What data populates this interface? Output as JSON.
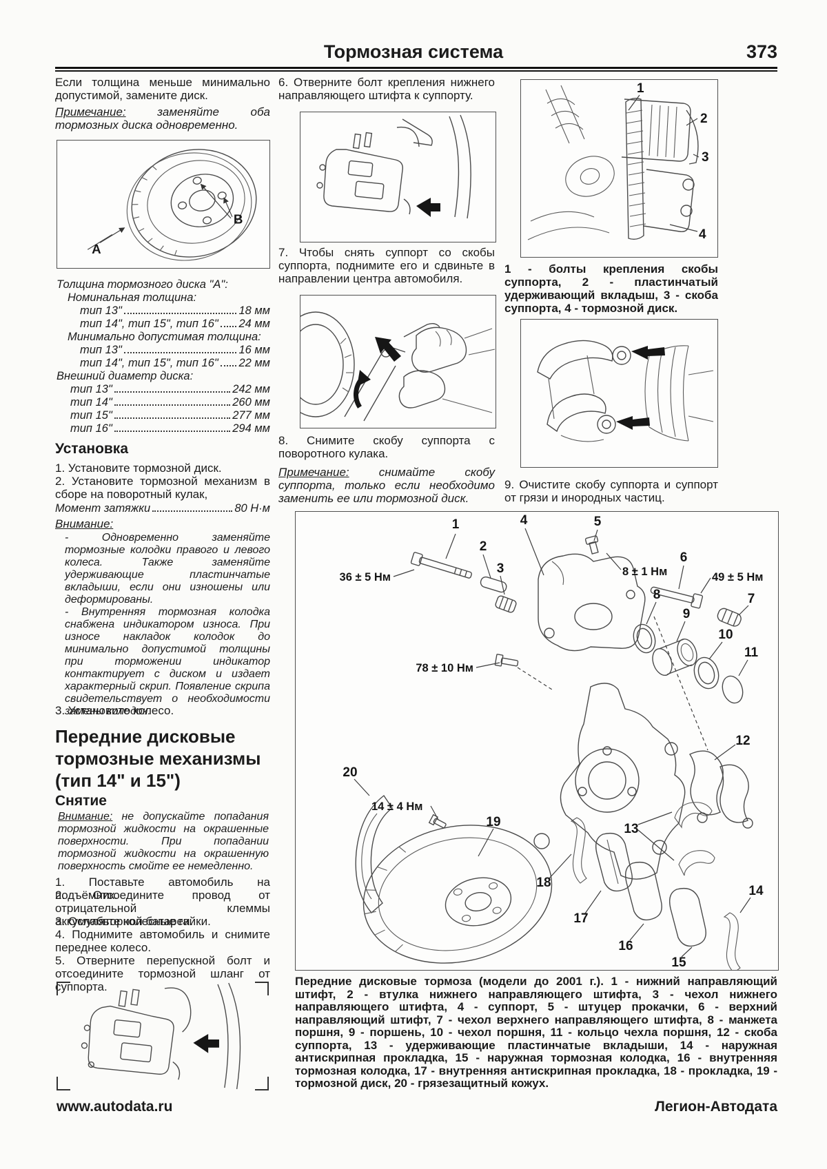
{
  "header": {
    "title": "Тормозная система",
    "page_number": "373"
  },
  "left_column": {
    "intro": "Если толщина меньше минимально допустимой, замените диск.",
    "note": {
      "label": "Примечание:",
      "text": " заменяйте оба тормозных диска одновременно."
    },
    "disc_figure": {
      "label_a": "A",
      "label_b": "B"
    },
    "thickness_title": "Толщина тормозного диска \"А\":",
    "nominal_label": "Номинальная толщина:",
    "nominal_rows": [
      {
        "label": "тип 13\"",
        "value": "18 мм"
      },
      {
        "label": "тип 14\", тип 15\", тип 16\"",
        "value": "24 мм"
      }
    ],
    "min_label": "Минимально допустимая толщина:",
    "min_rows": [
      {
        "label": "тип 13\"",
        "value": "16 мм"
      },
      {
        "label": "тип 14\", тип 15\", тип 16\"",
        "value": "22 мм"
      }
    ],
    "diameter_label": "Внешний диаметр диска:",
    "diameter_rows": [
      {
        "label": "тип 13\"",
        "value": "242 мм"
      },
      {
        "label": "тип 14\"",
        "value": "260 мм"
      },
      {
        "label": "тип 15\"",
        "value": "277 мм"
      },
      {
        "label": "тип 16\"",
        "value": "294 мм"
      }
    ],
    "install_heading": "Установка",
    "install_step1": "1. Установите тормозной диск.",
    "install_step2": "2. Установите тормозной механизм в сборе на поворотный кулак,",
    "torque_row": {
      "label": "Момент затяжки",
      "value": "80 Н·м"
    },
    "warning_label": "Внимание:",
    "warning_items": [
      "- Одновременно заменяйте тормозные колодки правого и левого колеса. Также заменяйте удерживающие пластинчатые вкладыши, если они изношены или деформированы.",
      "- Внутренняя тормозная колодка снабжена индикатором износа. При износе накладок колодок до минимально допустимой толщины при торможении индикатор контактирует с диском и издает характерный скрип. Появление скрипа свидетельствует о необходимости замены колодок."
    ],
    "install_step3": "3. Установите колесо.",
    "section_heading": "Передние дисковые тормозные механизмы (тип 14\" и 15\")",
    "removal_heading": "Снятие",
    "removal_warning": {
      "label": "Внимание:",
      "text": " не допускайте попадания тормозной жидкости на окрашенные поверхности. При попадании тормозной жидкости на окрашенную поверхность смойте ее немедленно."
    },
    "removal_steps": [
      "1. Поставьте автомобиль на подъёмник.",
      "2. Отсоедините провод от отрицательной клеммы аккумуляторной батареи.",
      "3. Ослабьте колесные гайки.",
      "4. Поднимите автомобиль и снимите переднее колесо.",
      "5. Отверните перепускной болт и отсоедините тормозной шланг от суппорта."
    ]
  },
  "middle_column": {
    "step6": "6. Отверните болт крепления нижнего направляющего штифта к суппорту.",
    "step7": "7. Чтобы снять суппорт со скобы суппорта, поднимите его и сдвиньте в направлении центра автомобиля.",
    "step8": "8. Снимите скобу суппорта с поворотного кулака.",
    "note": {
      "label": "Примечание:",
      "text": " снимайте скобу суппорта, только если необходимо заменить ее или тормозной диск."
    }
  },
  "right_column": {
    "figure1": {
      "callouts": [
        "1",
        "2",
        "3",
        "4"
      ],
      "caption": "1 - болты крепления скобы суппорта, 2 - пластинчатый удерживающий вкладыш, 3 - скоба суппорта, 4 - тормозной диск."
    },
    "step9": "9. Очистите скобу суппорта и суппорт от грязи и инородных частиц."
  },
  "exploded_figure": {
    "torques": {
      "t36": "36 ± 5 Нм",
      "t8": "8 ± 1 Нм",
      "t49": "49 ± 5 Нм",
      "t78": "78 ± 10 Нм",
      "t14": "14 ± 4 Нм"
    },
    "part_numbers": [
      "1",
      "2",
      "3",
      "4",
      "5",
      "6",
      "7",
      "8",
      "9",
      "10",
      "11",
      "12",
      "13",
      "14",
      "15",
      "16",
      "17",
      "18",
      "19",
      "20"
    ],
    "caption": "Передние дисковые тормоза (модели до 2001 г.). 1 - нижний направляющий штифт, 2 - втулка нижнего направляющего штифта, 3 - чехол нижнего направляющего штифта, 4 - суппорт, 5 - штуцер прокачки, 6 - верхний направляющий штифт, 7 - чехол верхнего направляющего штифта, 8 - манжета поршня, 9 - поршень, 10 - чехол поршня, 11 - кольцо чехла поршня, 12 - скоба суппорта, 13 - удерживающие пластинчатые вкладыши, 14 - наружная антискрипная прокладка, 15 - наружная тормозная колодка, 16 - внутренняя тормозная колодка, 17 - внутренняя антискрипная прокладка, 18 - прокладка, 19 - тормозной диск, 20 - грязезащитный кожух."
  },
  "footer": {
    "website": "www.autodata.ru",
    "publisher": "Легион-Автодата"
  }
}
